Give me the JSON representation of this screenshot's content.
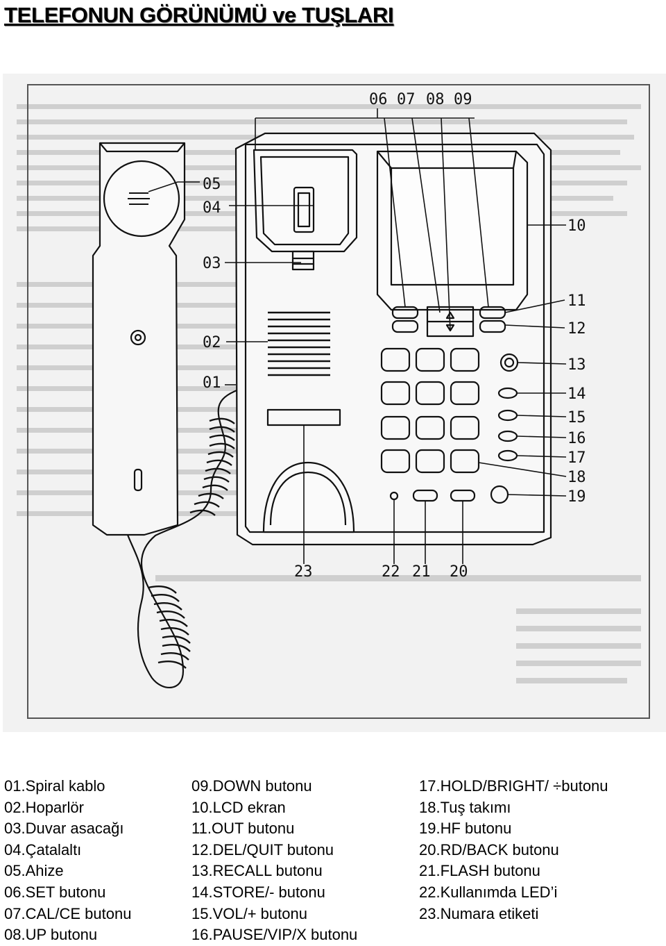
{
  "title": "TELEFONUN GÖRÜNÜMÜ ve TUŞLARI",
  "figure": {
    "callouts": [
      "01",
      "02",
      "03",
      "04",
      "05",
      "06",
      "07",
      "08",
      "09",
      "10",
      "11",
      "12",
      "13",
      "14",
      "15",
      "16",
      "17",
      "18",
      "19",
      "20",
      "21",
      "22",
      "23"
    ]
  },
  "legend": {
    "col1": [
      "01.Spiral kablo",
      "02.Hoparlör",
      "03.Duvar asacağı",
      "04.Çatalaltı",
      "05.Ahize",
      "06.SET butonu",
      "07.CAL/CE butonu",
      "08.UP butonu"
    ],
    "col2": [
      "09.DOWN butonu",
      "10.LCD ekran",
      "11.OUT butonu",
      "12.DEL/QUIT butonu",
      "13.RECALL butonu",
      "14.STORE/- butonu",
      "15.VOL/+ butonu",
      "16.PAUSE/VIP/X butonu"
    ],
    "col3": [
      "17.HOLD/BRIGHT/ ÷butonu",
      "18.Tuş takımı",
      "19.HF butonu",
      "20.RD/BACK butonu",
      "21.FLASH butonu",
      "22.Kullanımda LED’i",
      "23.Numara etiketi"
    ]
  }
}
